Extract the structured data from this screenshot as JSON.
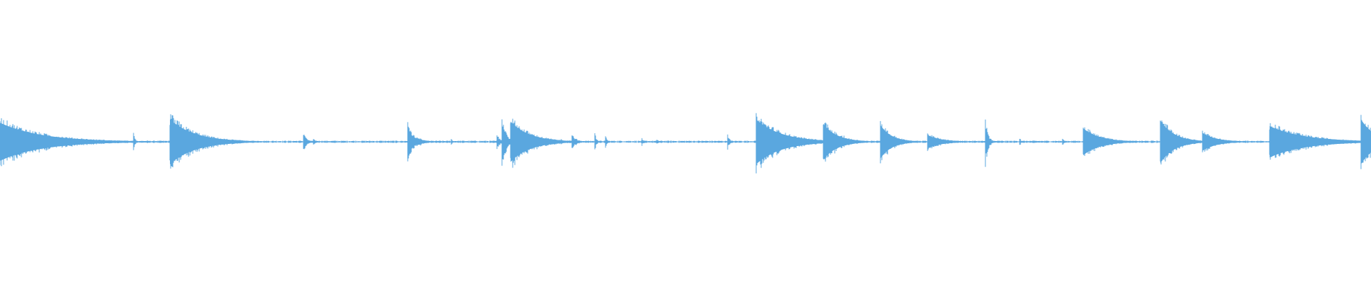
{
  "waveform": {
    "color": "#5aa7df",
    "background": "#ffffff",
    "relative_time_range": [
      0,
      1
    ],
    "baseline_amplitude": 0.015,
    "transients": [
      {
        "t": 0.0,
        "peak": 0.85,
        "decay": 0.03,
        "kind": "fan"
      },
      {
        "t": 0.0235,
        "peak": 0.45,
        "decay": 0.003,
        "kind": "spike"
      },
      {
        "t": 0.0975,
        "peak": 0.3,
        "decay": 0.002,
        "kind": "spike"
      },
      {
        "t": 0.124,
        "peak": 1.0,
        "decay": 0.018,
        "kind": "fan"
      },
      {
        "t": 0.1375,
        "peak": 0.2,
        "decay": 0.004,
        "kind": "spike"
      },
      {
        "t": 0.222,
        "peak": 0.35,
        "decay": 0.004,
        "kind": "spike"
      },
      {
        "t": 0.229,
        "peak": 0.15,
        "decay": 0.003,
        "kind": "spike"
      },
      {
        "t": 0.298,
        "peak": 0.85,
        "decay": 0.006,
        "kind": "spike"
      },
      {
        "t": 0.305,
        "peak": 0.2,
        "decay": 0.008,
        "kind": "spike"
      },
      {
        "t": 0.33,
        "peak": 0.1,
        "decay": 0.002,
        "kind": "spike"
      },
      {
        "t": 0.363,
        "peak": 0.3,
        "decay": 0.004,
        "kind": "spike"
      },
      {
        "t": 0.367,
        "peak": 0.95,
        "decay": 0.005,
        "kind": "spike"
      },
      {
        "t": 0.373,
        "peak": 0.9,
        "decay": 0.014,
        "kind": "fan"
      },
      {
        "t": 0.3825,
        "peak": 0.25,
        "decay": 0.012,
        "kind": "spike"
      },
      {
        "t": 0.41,
        "peak": 0.1,
        "decay": 0.002,
        "kind": "spike"
      },
      {
        "t": 0.418,
        "peak": 0.3,
        "decay": 0.005,
        "kind": "spike"
      },
      {
        "t": 0.4345,
        "peak": 0.35,
        "decay": 0.002,
        "kind": "spike"
      },
      {
        "t": 0.4425,
        "peak": 0.3,
        "decay": 0.002,
        "kind": "spike"
      },
      {
        "t": 0.469,
        "peak": 0.15,
        "decay": 0.002,
        "kind": "spike"
      },
      {
        "t": 0.48,
        "peak": 0.12,
        "decay": 0.002,
        "kind": "spike"
      },
      {
        "t": 0.532,
        "peak": 0.35,
        "decay": 0.002,
        "kind": "spike"
      },
      {
        "t": 0.5525,
        "peak": 1.0,
        "decay": 0.018,
        "kind": "fan"
      },
      {
        "t": 0.602,
        "peak": 0.8,
        "decay": 0.01,
        "kind": "fan"
      },
      {
        "t": 0.617,
        "peak": 0.25,
        "decay": 0.003,
        "kind": "spike"
      },
      {
        "t": 0.6435,
        "peak": 0.75,
        "decay": 0.008,
        "kind": "fan"
      },
      {
        "t": 0.678,
        "peak": 0.3,
        "decay": 0.01,
        "kind": "fan"
      },
      {
        "t": 0.7205,
        "peak": 1.0,
        "decay": 0.003,
        "kind": "spike"
      },
      {
        "t": 0.7455,
        "peak": 0.15,
        "decay": 0.002,
        "kind": "spike"
      },
      {
        "t": 0.7765,
        "peak": 0.12,
        "decay": 0.002,
        "kind": "spike"
      },
      {
        "t": 0.792,
        "peak": 0.6,
        "decay": 0.012,
        "kind": "fan"
      },
      {
        "t": 0.848,
        "peak": 0.95,
        "decay": 0.01,
        "kind": "fan"
      },
      {
        "t": 0.879,
        "peak": 0.4,
        "decay": 0.01,
        "kind": "fan"
      },
      {
        "t": 0.928,
        "peak": 0.7,
        "decay": 0.025,
        "kind": "fan"
      },
      {
        "t": 0.995,
        "peak": 1.0,
        "decay": 0.01,
        "kind": "fan"
      }
    ]
  }
}
